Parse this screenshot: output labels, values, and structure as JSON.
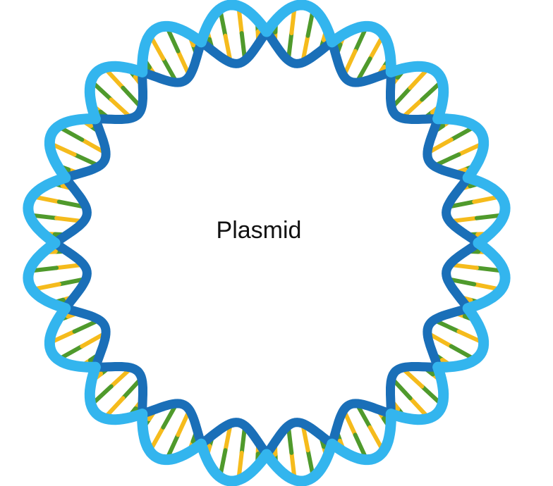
{
  "diagram": {
    "label": "Plasmid",
    "colors": {
      "strand_dark": "#1a6fb8",
      "strand_light": "#33b5ee",
      "base_yellow": "#f5bb1c",
      "base_green": "#4f9a2c",
      "background": "#ffffff"
    },
    "helix_turns": 10,
    "rungs_per_turn": 8
  }
}
